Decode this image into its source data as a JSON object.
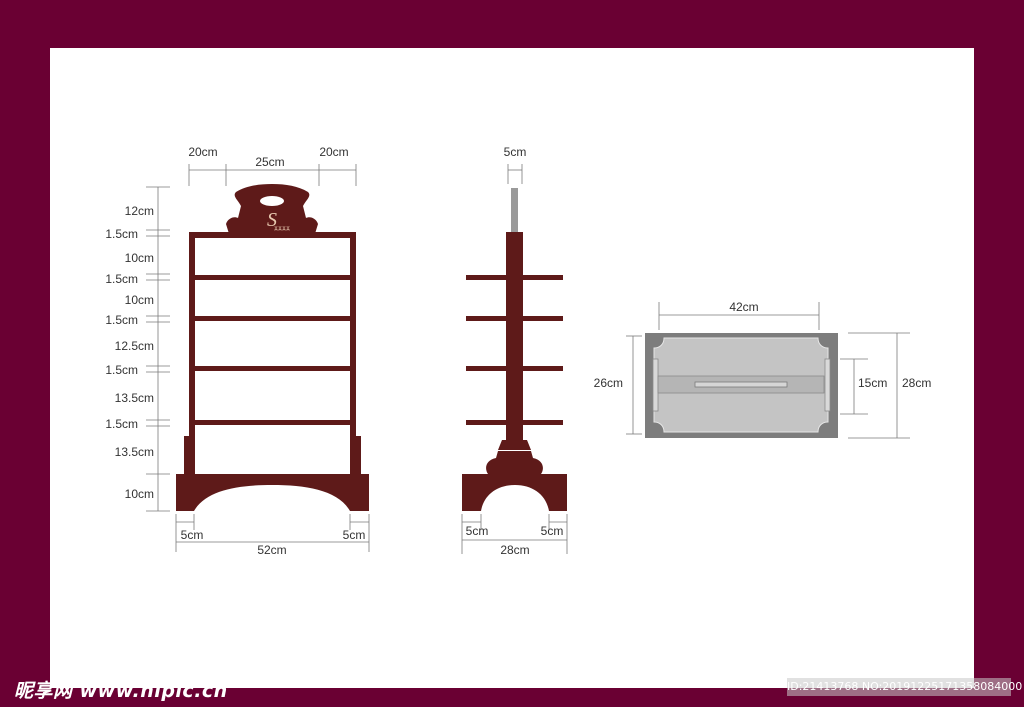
{
  "watermark": {
    "site": "昵享网 www.nipic.cn",
    "id": "ID:21413768 NO:20191225171358084000"
  },
  "logo": {
    "mark": "S",
    "caption": "某某某某"
  },
  "front_view": {
    "top_widths": [
      "20cm",
      "25cm",
      "20cm"
    ],
    "heights": [
      "12cm",
      "1.5cm",
      "10cm",
      "1.5cm",
      "10cm",
      "1.5cm",
      "12.5cm",
      "1.5cm",
      "13.5cm",
      "1.5cm",
      "13.5cm",
      "10cm"
    ],
    "bottom_feet": [
      "5cm",
      "5cm"
    ],
    "total_width": "52cm"
  },
  "side_view": {
    "post_width": "5cm",
    "bottom_feet": [
      "5cm",
      "5cm"
    ],
    "total_width": "28cm"
  },
  "top_view": {
    "length": "42cm",
    "inner_depth": "26cm",
    "handle": "15cm",
    "outer_depth": "28cm"
  },
  "colors": {
    "frame": "#6a0033",
    "wood": "#5e1a19",
    "top_plate": "#7d7d7d",
    "inner_plate": "#c4c4c4",
    "rod": "#9a9a9a"
  }
}
